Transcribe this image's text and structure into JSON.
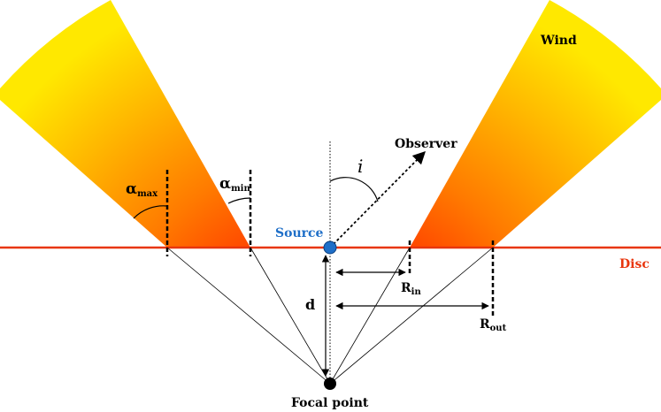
{
  "labels": {
    "wind": "Wind",
    "observer": "Observer",
    "inclination": "i",
    "source": "Source",
    "disc": "Disc",
    "alpha_max_symbol": "α",
    "alpha_max_sub": "max",
    "alpha_min_symbol": "α",
    "alpha_min_sub": "min",
    "d": "d",
    "r_in_symbol": "R",
    "r_in_sub": "in",
    "r_out_symbol": "R",
    "r_out_sub": "out",
    "focal_point": "Focal point"
  },
  "colors": {
    "disc": "#e8360e",
    "source": "#1f6fc8",
    "source_label": "#1f6fc8",
    "disc_label": "#e8360e",
    "wind_inner": "#ff3a00",
    "wind_outer": "#ffe000",
    "focal_point": "#000000"
  }
}
